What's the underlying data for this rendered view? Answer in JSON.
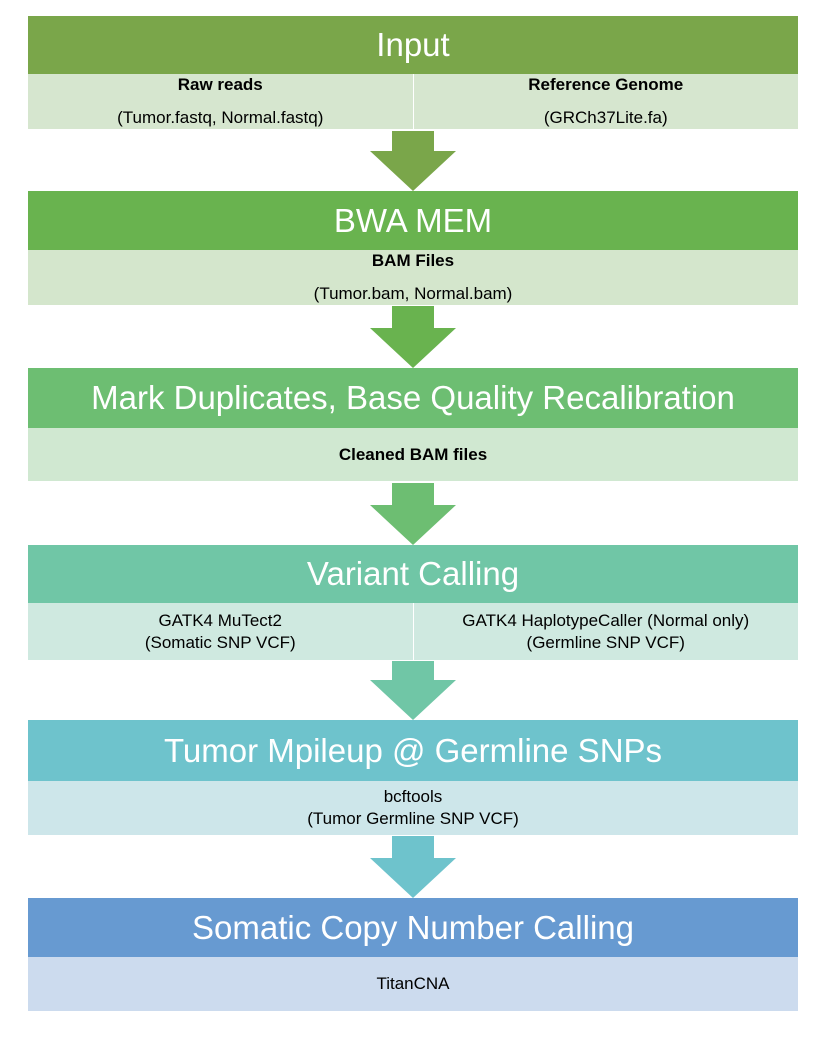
{
  "colors": {
    "input_header": "#7aa64a",
    "input_body": "#d6e6cf",
    "bwa_header": "#69b34f",
    "bwa_body": "#d4e6cc",
    "mark_header": "#6dbe72",
    "mark_body": "#d0e8d1",
    "variant_header": "#70c6a6",
    "variant_body": "#cfe9e0",
    "mpileup_header": "#6ec3cc",
    "mpileup_body": "#cde6ea",
    "somatic_header": "#679ad1",
    "somatic_body": "#ccdbee"
  },
  "steps": {
    "input": {
      "title": "Input",
      "left": {
        "label": "Raw reads",
        "detail": "(Tumor.fastq, Normal.fastq)"
      },
      "right": {
        "label": "Reference Genome",
        "detail": "(GRCh37Lite.fa)"
      }
    },
    "bwa": {
      "title": "BWA MEM",
      "label": "BAM Files",
      "detail": "(Tumor.bam, Normal.bam)"
    },
    "mark": {
      "title": "Mark Duplicates, Base Quality Recalibration",
      "label": "Cleaned BAM files"
    },
    "variant": {
      "title": "Variant Calling",
      "left": {
        "tool": "GATK4 MuTect2",
        "output": "(Somatic SNP VCF)"
      },
      "right": {
        "tool": "GATK4 HaplotypeCaller (Normal only)",
        "output": "(Germline SNP VCF)"
      }
    },
    "mpileup": {
      "title": "Tumor Mpileup @ Germline SNPs",
      "tool": "bcftools",
      "output": "(Tumor Germline SNP VCF)"
    },
    "somatic": {
      "title": "Somatic Copy Number Calling",
      "tool": "TitanCNA"
    }
  }
}
